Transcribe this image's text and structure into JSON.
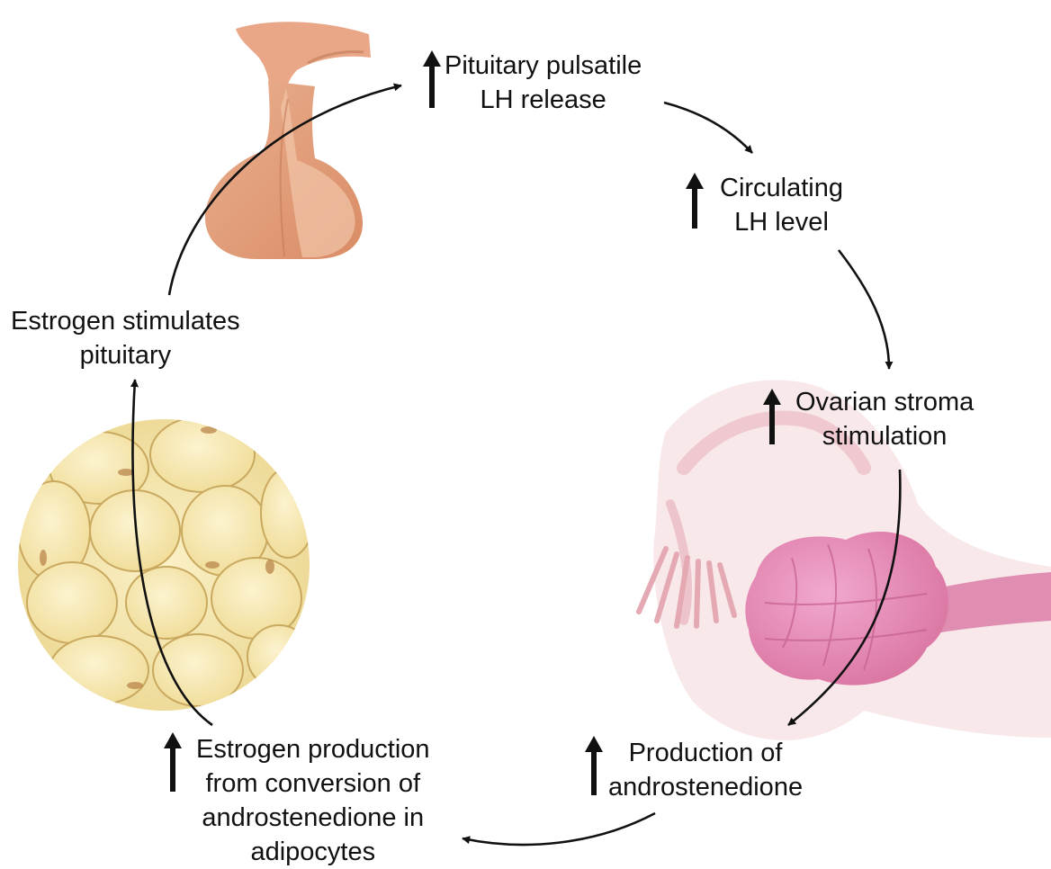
{
  "diagram": {
    "nodes": [
      {
        "id": "pituitary_release",
        "arrow": "up",
        "lines": [
          "Pituitary pulsatile",
          "LH release"
        ]
      },
      {
        "id": "circulating_lh",
        "arrow": "up",
        "lines": [
          "Circulating",
          "LH level"
        ]
      },
      {
        "id": "ovarian_stroma",
        "arrow": "up",
        "lines": [
          "Ovarian stroma",
          "stimulation"
        ]
      },
      {
        "id": "androstenedione",
        "arrow": "up",
        "lines": [
          "Production of",
          "androstenedione"
        ]
      },
      {
        "id": "estrogen_production",
        "arrow": "up",
        "lines": [
          "Estrogen production",
          "from conversion of",
          "androstenedione in",
          "adipocytes"
        ]
      },
      {
        "id": "estrogen_stimulates",
        "arrow": "none",
        "lines": [
          "Estrogen stimulates",
          "pituitary"
        ]
      }
    ],
    "illustrations": [
      {
        "name": "pituitary-gland-illustration"
      },
      {
        "name": "ovary-illustration"
      },
      {
        "name": "adipocytes-illustration"
      }
    ],
    "colors": {
      "pituitary": "#e3a27e",
      "ovary": "#e893bf",
      "fallopian": "#f3d3d6",
      "adipocyte": "#f6e7a9",
      "adipocyte_edge": "#c9a95f",
      "arrow": "#111111"
    }
  }
}
